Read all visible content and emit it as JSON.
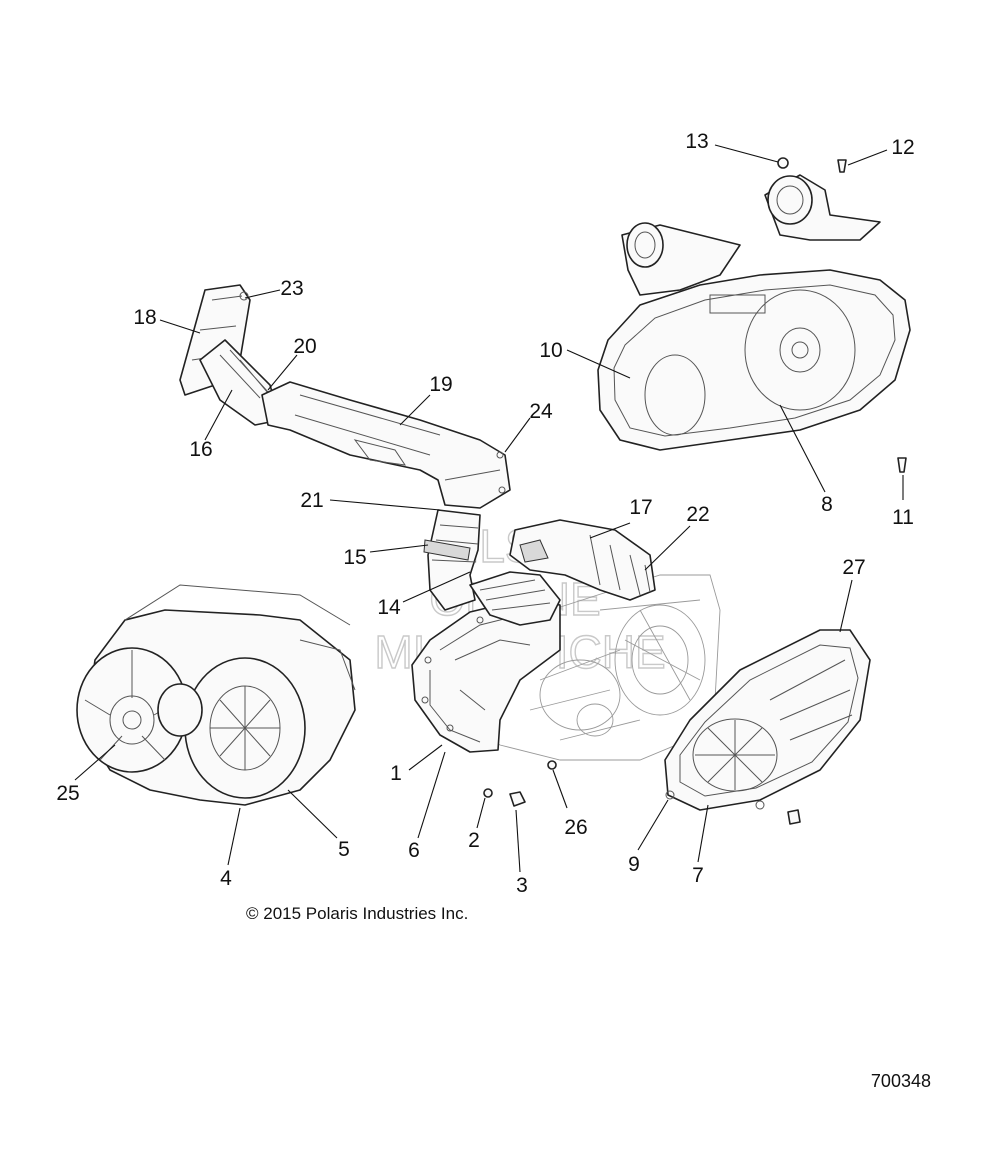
{
  "callouts": [
    {
      "label": "1"
    },
    {
      "label": "2"
    },
    {
      "label": "3"
    },
    {
      "label": "4"
    },
    {
      "label": "5"
    },
    {
      "label": "6"
    },
    {
      "label": "7"
    },
    {
      "label": "8"
    },
    {
      "label": "9"
    },
    {
      "label": "10"
    },
    {
      "label": "11"
    },
    {
      "label": "12"
    },
    {
      "label": "13"
    },
    {
      "label": "14"
    },
    {
      "label": "15"
    },
    {
      "label": "16"
    },
    {
      "label": "17"
    },
    {
      "label": "18"
    },
    {
      "label": "19"
    },
    {
      "label": "20"
    },
    {
      "label": "21"
    },
    {
      "label": "22"
    },
    {
      "label": "23"
    },
    {
      "label": "24"
    },
    {
      "label": "25"
    },
    {
      "label": "26"
    },
    {
      "label": "27"
    }
  ],
  "watermark": {
    "line1": "HLSM",
    "line2": "ONLINE",
    "line3": "MICROFICHE"
  },
  "copyright": "© 2015 Polaris Industries Inc.",
  "diagram_number": "700348"
}
